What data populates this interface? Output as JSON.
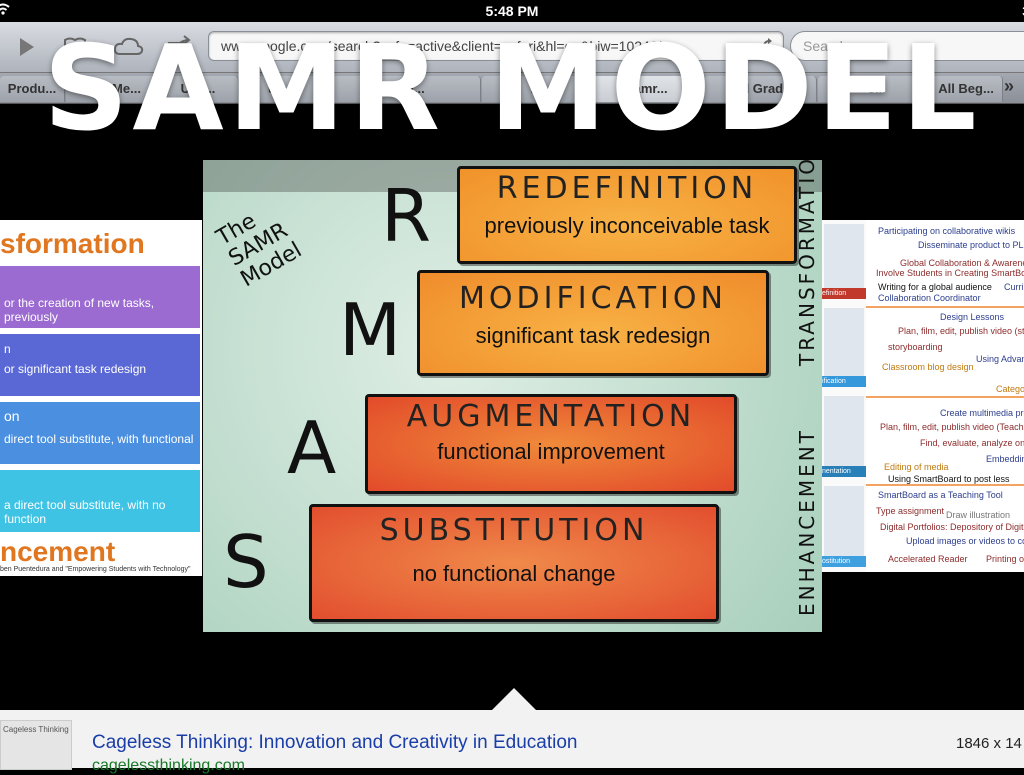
{
  "status_bar": {
    "time": "5:48 PM",
    "battery": "3"
  },
  "toolbar": {
    "url": "www.google.com/search?safe=active&client=safari&hl=en&biw=1024&b",
    "search_placeholder": "Search"
  },
  "tabs": [
    {
      "label": "Produ..."
    },
    {
      "label": "udio Me..."
    },
    {
      "label": "Use..."
    },
    {
      "label": "ular..."
    },
    {
      "label": "sing..."
    },
    {
      "label": "..."
    },
    {
      "label": "samr..."
    },
    {
      "label": "2nd Grad..."
    },
    {
      "label": "- s..."
    },
    {
      "label": "All Beg..."
    }
  ],
  "overlay_title": "SAMR MODEL",
  "main_image": {
    "side_title": "The SAMR Model",
    "letters": {
      "r": "R",
      "m": "M",
      "a": "A",
      "s": "S"
    },
    "levels": [
      {
        "title": "REDEFINITION",
        "subtitle": "previously inconceivable task",
        "color": "#f39a2c"
      },
      {
        "title": "MODIFICATION",
        "subtitle": "significant task redesign",
        "color": "#f29330"
      },
      {
        "title": "AUGMENTATION",
        "subtitle": "functional improvement",
        "color": "#e7552d"
      },
      {
        "title": "SUBSTITUTION",
        "subtitle": "no functional change",
        "color": "#e65a32"
      }
    ],
    "transformation_label": "TRANSFORMATION",
    "enhancement_label": "ENHANCEMENT"
  },
  "left_image": {
    "header": "sformation",
    "bands": [
      {
        "text": "or the creation of new tasks, previously",
        "color": "#9b6bd1"
      },
      {
        "text_top": "n",
        "text": "or significant task redesign",
        "color": "#5a68d6"
      },
      {
        "text_top": "on",
        "text": "direct tool substitute, with functional",
        "color": "#4a8fe0"
      },
      {
        "text": "a direct tool substitute, with no function",
        "color": "#3fc3e4"
      }
    ],
    "footer": "ncement",
    "citation": "ben Puentedura and \"Empowering Students with Technology\""
  },
  "right_image": {
    "tags": [
      "efinition",
      "ification",
      "nentation",
      "ostitution"
    ],
    "lines": [
      "Participating on collaborative wikis",
      "Disseminate product to PLN",
      "Global Collaboration & Awareness",
      "Involve Students in Creating SmartBoard",
      "Writing for a global audience",
      "Curri",
      "Collaboration Coordinator",
      "Design Lessons",
      "Plan, film, edit, publish video (stu",
      "storyboarding",
      "Using Advan",
      "Classroom blog design",
      "Catego",
      "Create multimedia pre",
      "Plan, film, edit, publish video (Teacher",
      "Find, evaluate, analyze onlin",
      "Embeddin",
      "Editing of media",
      "Using SmartBoard to post less",
      "SmartBoard as a Teaching Tool",
      "Type assignment",
      "Draw illustration",
      "Digital Portfolios: Depository of Digital",
      "Upload images or videos to com",
      "Accelerated Reader",
      "Printing ou"
    ]
  },
  "info_bar": {
    "thumb_label": "Cageless Thinking",
    "title": "Cageless Thinking: Innovation and Creativity in Education",
    "url": "cagelessthinking.com",
    "dimensions": "1846 x 14"
  }
}
